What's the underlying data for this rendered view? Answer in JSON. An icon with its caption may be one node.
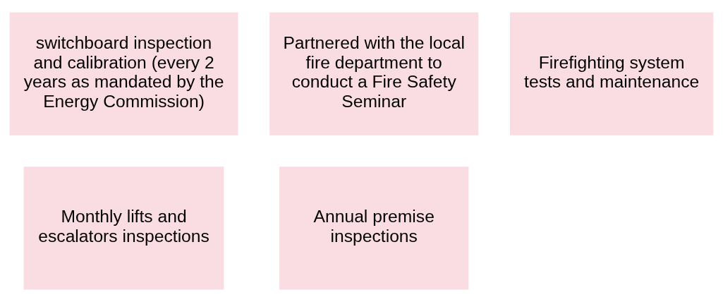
{
  "diagram": {
    "nodes": [
      {
        "text": [
          "Partnered with the local fire department to conduct a Fire Safety Seminar"
        ]
      },
      {
        "text": [
          "Annual premise inspections"
        ]
      },
      {
        "text": [
          "Monthly lifts and escalators inspections"
        ]
      },
      {
        "text": [
          "Firefighting system tests and maintenance"
        ]
      },
      {
        "text": [
          "switchboard inspection and calibration (every 2 years as mandated by the Energy Commission)"
        ]
      }
    ]
  }
}
